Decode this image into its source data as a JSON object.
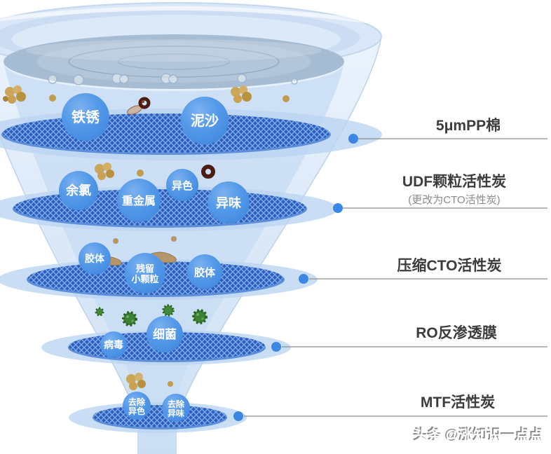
{
  "diagram": {
    "type": "water-filtration-funnel-infographic",
    "stages": [
      {
        "label": "5μmPP棉",
        "sub": ""
      },
      {
        "label": "UDF颗粒活性炭",
        "sub": "(更改为CTO活性炭)"
      },
      {
        "label": "压缩CTO活性炭",
        "sub": ""
      },
      {
        "label": "RO反渗透膜",
        "sub": ""
      },
      {
        "label": "MTF活性炭",
        "sub": ""
      }
    ],
    "contaminants": {
      "rust": "铁锈",
      "sediment": "泥沙",
      "chlorine": "余氯",
      "heavy_metals": "重金属",
      "off_color": "异色",
      "odor": "异味",
      "colloid_left": "胶体",
      "residual_line1": "残留",
      "residual_line2": "小颗粒",
      "colloid_right": "胶体",
      "virus": "病毒",
      "bacteria": "细菌",
      "remove_color_line1": "去除",
      "remove_color_line2": "异色",
      "remove_odor_line1": "去除",
      "remove_odor_line2": "异味"
    },
    "watermark": "头条 @涨知识一点点",
    "colors": {
      "bubble_blue": "#4a8ee6",
      "mesh_dark_blue": "#2b5fc0",
      "mesh_grid_line": "#83abe6",
      "layer_halo": "#bcd5f2",
      "leader_dot": "#3d87e4",
      "leader_line": "#8c8c8c",
      "label_text": "#3c3c3c",
      "label_sub_text": "#8a8a8a",
      "funnel_glass": "#d9e7f8",
      "water_surface": "#a6bcd2"
    }
  }
}
